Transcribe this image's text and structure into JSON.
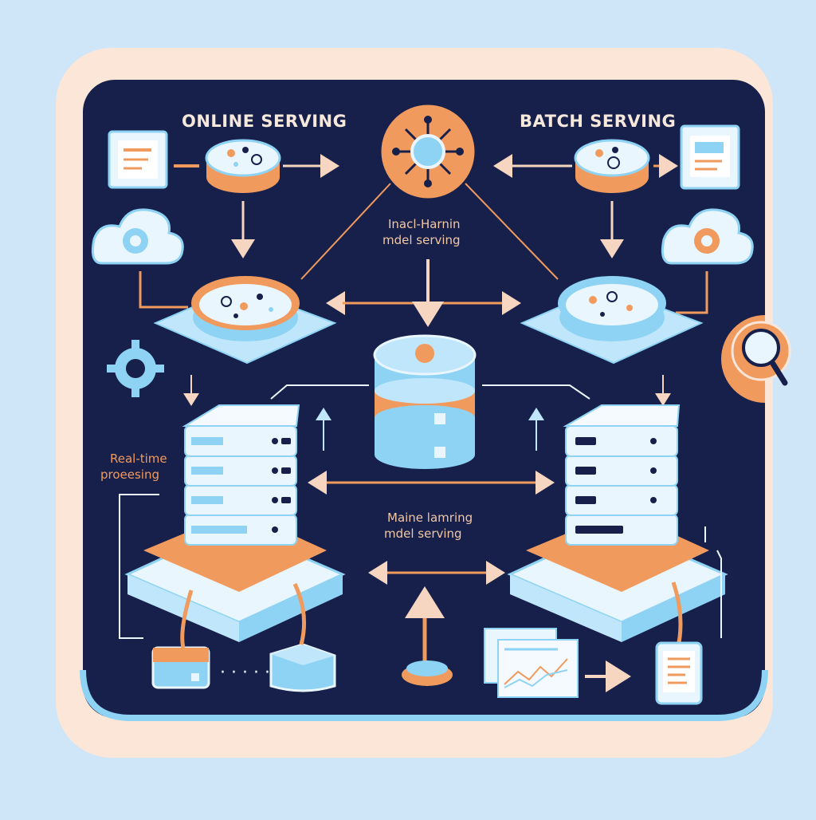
{
  "labels": {
    "online_serving": "ONLINE SERVING",
    "batch_serving": "BATCH SERVING",
    "center_line1": "Inacl-Harnin",
    "center_line2": "mdel serving",
    "realtime_line1": "Real-time",
    "realtime_line2": "proeesing",
    "ml_line1": "Maine lamring",
    "ml_line2": "mdel serving"
  },
  "colors": {
    "background": "#cfe6f8",
    "frame": "#fbe6d8",
    "panel": "#16204a",
    "accent_orange": "#f19a5e",
    "accent_blue": "#8fd3f4",
    "light": "#eaf6fd"
  },
  "icons": [
    "document-icon",
    "dish-icon",
    "hub-icon",
    "cloud-icon",
    "gear-icon",
    "database-icon",
    "server-stack-icon",
    "magnifier-icon",
    "chart-icon",
    "tablet-icon"
  ]
}
